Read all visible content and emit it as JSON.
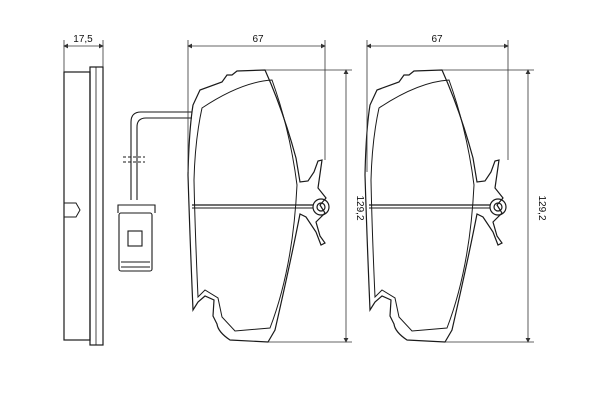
{
  "colors": {
    "background": "#ffffff",
    "line": "#1a1a1a",
    "dim_line": "#333333"
  },
  "dimensions": {
    "side_thickness": "17,5",
    "pad_width_left": "67",
    "pad_width_right": "67",
    "pad_height_left": "129,2",
    "pad_height_right": "129,2"
  }
}
